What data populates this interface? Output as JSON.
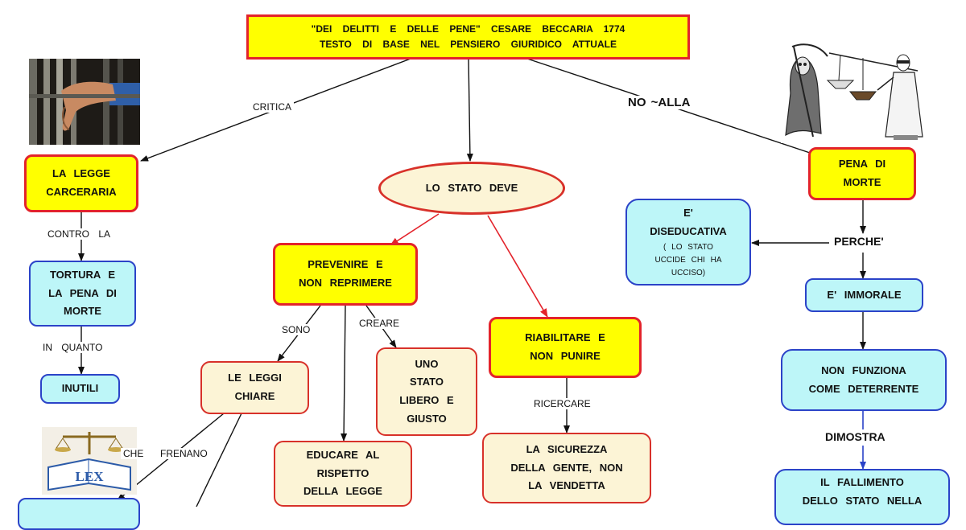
{
  "title": {
    "line1": "\"DEI DELITTI E DELLE PENE\" CESARE BECCARIA 1774",
    "line2": "TESTO DI BASE NEL PENSIERO GIURIDICO ATTUALE"
  },
  "nodes": {
    "legge_carceraria": [
      "LA LEGGE",
      "CARCERARIA"
    ],
    "tortura": [
      "TORTURA E",
      "LA PENA DI",
      "MORTE"
    ],
    "inutili": "INUTILI",
    "lo_stato_deve": "LO STATO DEVE",
    "prevenire": [
      "PREVENIRE E",
      "NON REPRIMERE"
    ],
    "leggi_chiare": [
      "LE LEGGI",
      "CHIARE"
    ],
    "stato_libero": [
      "UNO",
      "STATO",
      "LIBERO E",
      "GIUSTO"
    ],
    "educare": [
      "EDUCARE AL",
      "RISPETTO",
      "DELLA LEGGE"
    ],
    "riabilitare": [
      "RIABILITARE E",
      "NON PUNIRE"
    ],
    "sicurezza": [
      "LA SICUREZZA",
      "DELLA GENTE, NON",
      "LA VENDETTA"
    ],
    "pena_di_morte": [
      "PENA DI",
      "MORTE"
    ],
    "diseducativa": [
      "E'",
      "DISEDUCATIVA"
    ],
    "diseducativa_note": [
      "( LO STATO",
      "UCCIDE CHI HA",
      "UCCISO)"
    ],
    "immorale": "E' IMMORALE",
    "non_funziona": [
      "NON FUNZIONA",
      "COME DETERRENTE"
    ],
    "fallimento": [
      "IL FALLIMENTO",
      "DELLO STATO NELLA"
    ]
  },
  "labels": {
    "critica": "CRITICA",
    "no_alla": "NO ~ALLA",
    "contro_la": "CONTRO LA",
    "in_quanto": "IN QUANTO",
    "sono": "SONO",
    "creare": "CREARE",
    "ricercare": "RICERCARE",
    "perche": "PERCHE'",
    "dimostra": "DIMOSTRA",
    "che": "CHE",
    "frenano": "FRENANO"
  },
  "images": {
    "prison_hands": "prison-bars-hands-photo",
    "death_justice": "death-and-justice-scales-illustration",
    "lex_book": "lex-book-scales-icon",
    "lex_text": "LEX"
  },
  "colors": {
    "title_fill": "#ffff00",
    "main_border": "#e3232b",
    "cyan_fill": "#bdf6f8",
    "cyan_border": "#2b43c8",
    "cream_fill": "#fcf4d6",
    "red_arrow": "#e3232b",
    "blue_arrow": "#2b43c8"
  }
}
